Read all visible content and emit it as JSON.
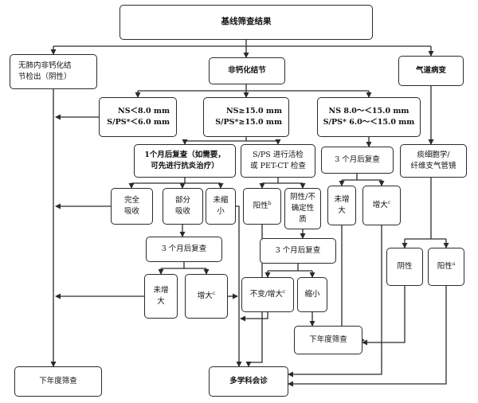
{
  "nodes": {
    "root": "基线筛查结果",
    "no_nodule": "无肺内非钙化结\n节检出（阴性）",
    "noncalc": "非钙化结节",
    "airway": "气道病变",
    "ns_small": "NS＜8.0 mm\nS/PS*＜6.0 mm",
    "ns_large": "NS≥15.0 mm\nS/PS*≥15.0 mm",
    "ns_mid": "NS 8.0～＜15.0 mm\nS/PS* 6.0～＜15.0 mm",
    "followup_1m": "1个月后复查（如需要，\n可先进行抗炎治疗）",
    "biopsy": "S/PS 进行活检\n或 PET-CT 检查",
    "followup_3m_mid": "3 个月后复查",
    "sputum": "痰细胞学/\n纤维支气管镜",
    "complete_absorb": "完全\n吸收",
    "partial_absorb": "部分\n吸收",
    "not_shrunk": "未缩\n小",
    "positive_b": "阳性",
    "negative_b": "阴性/不\n确定性\n质",
    "not_enlarged_mid": "未增\n大",
    "enlarged_mid": "增大",
    "followup_3m_left": "3 个月后复查",
    "followup_3m_center": "3 个月后复查",
    "sputum_negative": "阴性",
    "sputum_positive": "阳性",
    "not_enlarged_left": "未增\n大",
    "enlarged_left": "增大",
    "unchanged_enlarged": "不变/增大",
    "shrunk": "缩小",
    "next_year_right": "下年度筛查",
    "next_year_left": "下年度筛查",
    "mdt": "多学科会诊"
  },
  "superscripts": {
    "positive_b": "b",
    "enlarged_mid": "c",
    "enlarged_left": "c",
    "unchanged_enlarged": "c",
    "sputum_positive": "a"
  },
  "colors": {
    "line": "#2b2b2b",
    "box_border": "#2b2b2b",
    "text": "#111111"
  }
}
